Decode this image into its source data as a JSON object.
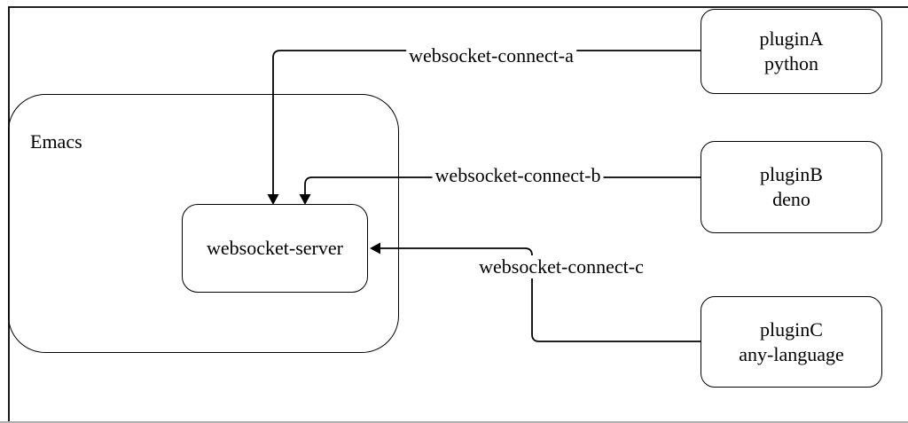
{
  "diagram": {
    "colors": {
      "background": "#ffffff",
      "stroke": "#000000"
    },
    "emacs": {
      "label": "Emacs"
    },
    "websocket_server": {
      "label": "websocket-server"
    },
    "plugins": [
      {
        "name": "pluginA",
        "language": "python"
      },
      {
        "name": "pluginB",
        "language": "deno"
      },
      {
        "name": "pluginC",
        "language": "any-language"
      }
    ],
    "connections": [
      {
        "label": "websocket-connect-a",
        "from": "pluginA",
        "to": "websocket-server"
      },
      {
        "label": "websocket-connect-b",
        "from": "pluginB",
        "to": "websocket-server"
      },
      {
        "label": "websocket-connect-c",
        "from": "pluginC",
        "to": "websocket-server"
      }
    ]
  }
}
